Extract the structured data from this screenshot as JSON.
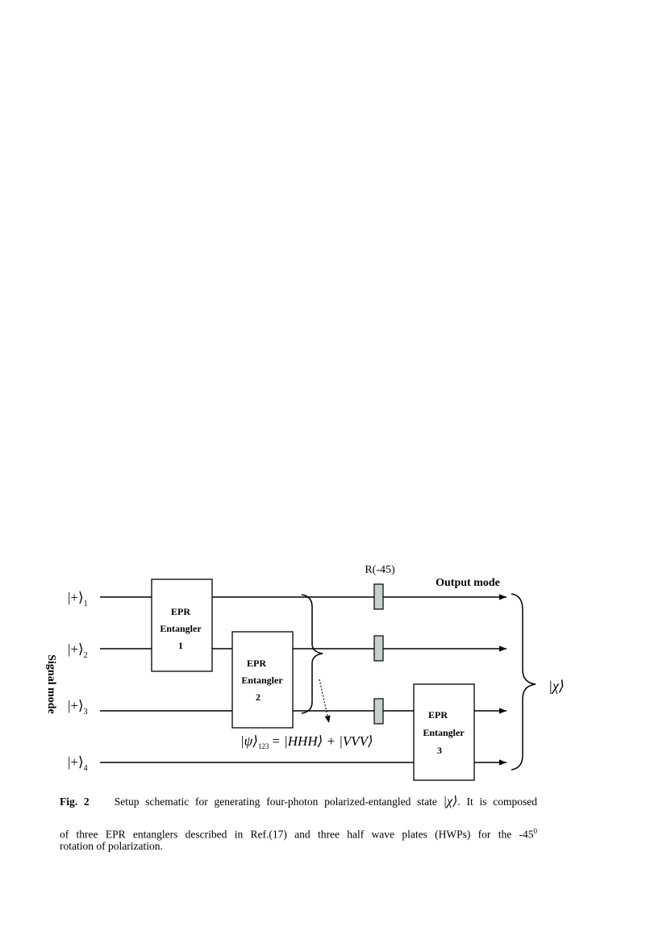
{
  "diagram": {
    "inputs": [
      {
        "ket": "|+⟩",
        "sub": "1"
      },
      {
        "ket": "|+⟩",
        "sub": "2"
      },
      {
        "ket": "|+⟩",
        "sub": "3"
      },
      {
        "ket": "|+⟩",
        "sub": "4"
      }
    ],
    "signal_mode_label": "Signal mode",
    "output_mode_label": "Output mode",
    "rotation_label": "R(-45)",
    "entanglers": [
      {
        "line1": "EPR",
        "line2": "Entangler",
        "line3": "1"
      },
      {
        "line1": "EPR",
        "line2": "Entangler",
        "line3": "2"
      },
      {
        "line1": "EPR",
        "line2": "Entangler",
        "line3": "3"
      }
    ],
    "psi_state": {
      "lhs": "|ψ⟩",
      "sub": "123",
      "rhs": "= |HHH⟩ + |VVV⟩"
    },
    "chi_state": "|χ⟩"
  },
  "caption": {
    "fig_label": "Fig. 2",
    "line1_text": "Setup schematic for generating four-photon polarized-entangled state",
    "line1_state": "|χ⟩",
    "line1_tail": ". It is composed",
    "line2_text": "of three EPR entanglers described in Ref.(17) and three half wave plates (HWPs) for the -45",
    "line2_sup": "0",
    "line3_text": "rotation of polarization."
  }
}
